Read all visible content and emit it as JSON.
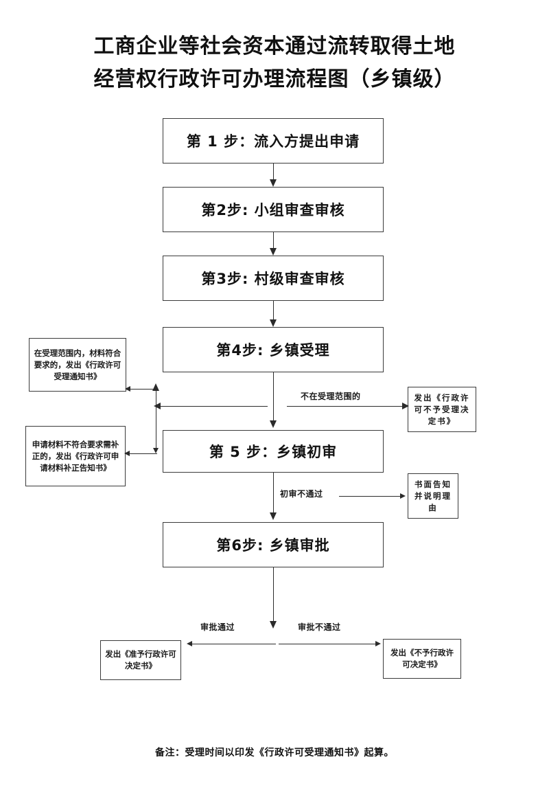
{
  "document": {
    "title_lines": [
      "工商企业等社会资本通过流转取得土地",
      "经营权行政许可办理流程图（乡镇级）"
    ],
    "footnote": "备注：受理时间以印发《行政许可受理通知书》起算。"
  },
  "steps": [
    {
      "id": "step-1",
      "label": "第 1 步：流入方提出申请"
    },
    {
      "id": "step-2",
      "label": "第2步: 小组审查审核"
    },
    {
      "id": "step-3",
      "label": "第3步: 村级审查审核"
    },
    {
      "id": "step-4",
      "label": "第4步: 乡镇受理"
    },
    {
      "id": "step-5",
      "label": "第 5 步：乡镇初审"
    },
    {
      "id": "step-6",
      "label": "第6步: 乡镇审批"
    }
  ],
  "notes": [
    {
      "id": "note-accept",
      "label": "在受理范围内，材料符合要求的，发出《行政许可受理通知书》"
    },
    {
      "id": "note-supplement",
      "label": "申请材料不符合要求需补正的，发出《行政许可申请材料补正告知书》"
    },
    {
      "id": "note-reject-accept",
      "label": "发出《行政许可不予受理决定书》"
    },
    {
      "id": "note-written-reason",
      "label": "书面告知并说明理由"
    },
    {
      "id": "note-approve",
      "label": "发出《准予行政许可决定书》"
    },
    {
      "id": "note-disapprove",
      "label": "发出《不予行政许可决定书》"
    }
  ],
  "edge_labels": {
    "out_of_scope": "不在受理范围的",
    "preliminary_fail": "初审不通过",
    "approved": "审批通过",
    "not_approved": "审批不通过"
  },
  "colors": {
    "line": "#2b2b2b",
    "box_border": "#3a3a3a",
    "text": "#121212",
    "background": "#ffffff"
  }
}
